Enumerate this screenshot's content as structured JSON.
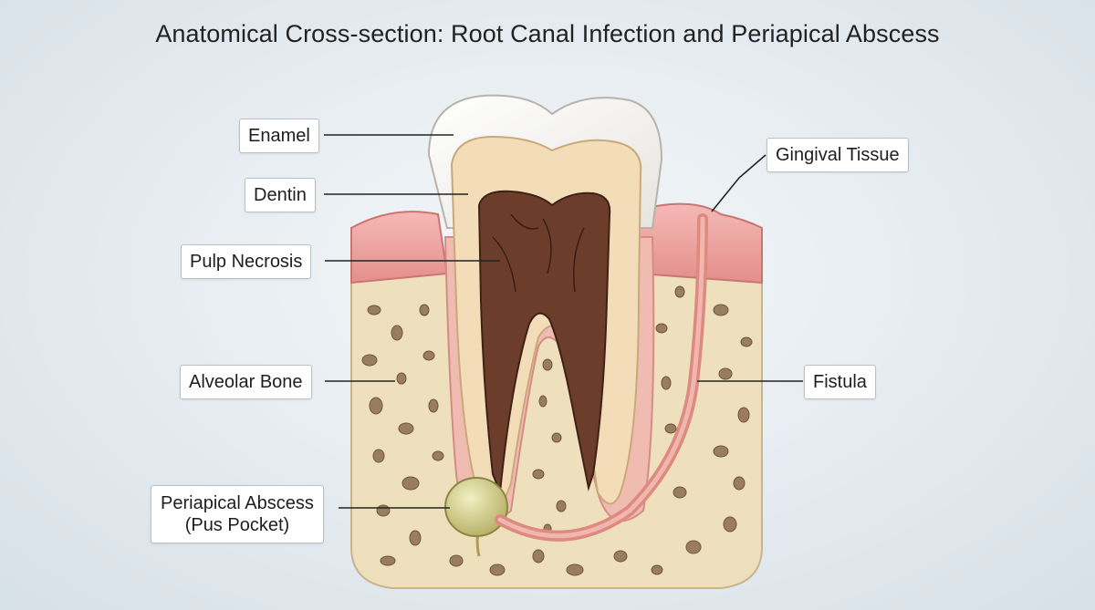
{
  "title": "Anatomical Cross-section: Root Canal Infection and Periapical Abscess",
  "labels": {
    "enamel": "Enamel",
    "dentin": "Dentin",
    "pulp_necrosis": "Pulp Necrosis",
    "alveolar_bone": "Alveolar Bone",
    "periapical_abscess_line1": "Periapical Abscess",
    "periapical_abscess_line2": "(Pus Pocket)",
    "gingival_tissue": "Gingival Tissue",
    "fistula": "Fistula"
  },
  "colors": {
    "enamel": "#f6f5f1",
    "dentin": "#f3ddb8",
    "pulp": "#6b3d2a",
    "bone": "#efe0bd",
    "bone_pore": "#9a7d5e",
    "gum": "#e9a7a3",
    "abscess": "#cfcb86",
    "leader_line": "#222222"
  }
}
